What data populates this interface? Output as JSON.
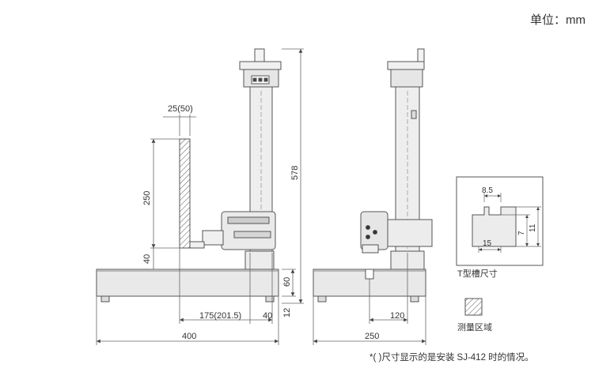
{
  "header": {
    "unit_label": "单位：mm"
  },
  "dimensions": {
    "d_25_50": "25(50)",
    "d_250": "250",
    "d_40_left": "40",
    "d_578": "578",
    "d_175": "175(201.5)",
    "d_40_bottom": "40",
    "d_60": "60",
    "d_12": "12",
    "d_400": "400",
    "d_120": "120",
    "d_250_bottom": "250"
  },
  "t_slot": {
    "d_8_5": "8.5",
    "d_11": "11",
    "d_7": "7",
    "d_15": "15",
    "caption": "T型槽尺寸"
  },
  "legend": {
    "hatch_caption": "测量区域"
  },
  "footnote": "*(  )尺寸显示的是安装 SJ-412 时的情况。"
}
